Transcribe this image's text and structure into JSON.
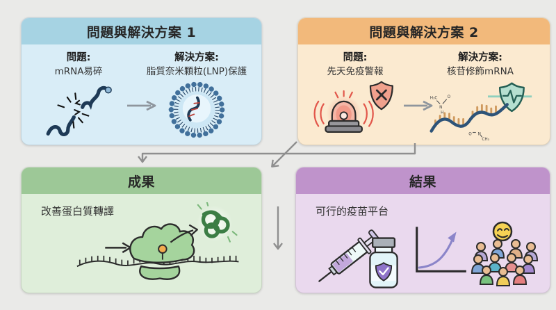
{
  "colors": {
    "background": "#eaeae8",
    "connector": "#8f8f8f",
    "ps1_header": "#a6d3e3",
    "ps1_body": "#d9edf7",
    "ps2_header": "#f2b97b",
    "ps2_body": "#fbead0",
    "outcome_header": "#9dc897",
    "outcome_body": "#dfeeda",
    "result_header": "#bf93cb",
    "result_body": "#ead9ee",
    "header_text": "#262626",
    "body_text": "#333333",
    "alarm_red": "#e2574b",
    "shield_teal": "#b5dfd0",
    "rna_navy": "#1e3a56",
    "strand_blue": "#2d5378",
    "ribosome_green": "#a5d49d",
    "protein_green": "#3c7d45",
    "chart_purple": "#8b85c9",
    "smiley_yellow": "#f6d254"
  },
  "panels": {
    "ps1": {
      "title": "問題與解決方案 1",
      "problem": {
        "label": "問題:",
        "text": "mRNA易碎",
        "icon": "broken-mrna-icon"
      },
      "solution": {
        "label": "解決方案:",
        "text": "脂質奈米顆粒(LNP)保護",
        "icon": "lnp-particle-icon"
      }
    },
    "ps2": {
      "title": "問題與解決方案 2",
      "problem": {
        "label": "問題:",
        "text": "先天免疫警報",
        "icons": [
          "alarm-siren-icon",
          "shield-x-icon"
        ]
      },
      "solution": {
        "label": "解決方案:",
        "text": "核苷修飾mRNA",
        "icons": [
          "modified-mrna-icon",
          "shield-pulse-icon"
        ]
      }
    },
    "outcome": {
      "title": "成果",
      "text": "改善蛋白質轉譯",
      "icons": [
        "flow-arrow-icon",
        "ribosome-translation-icon",
        "folded-protein-icon"
      ]
    },
    "result": {
      "title": "結果",
      "text": "可行的疫苗平台",
      "icons": [
        "syringe-vial-icon",
        "growth-chart-icon",
        "population-smile-icon"
      ]
    }
  }
}
